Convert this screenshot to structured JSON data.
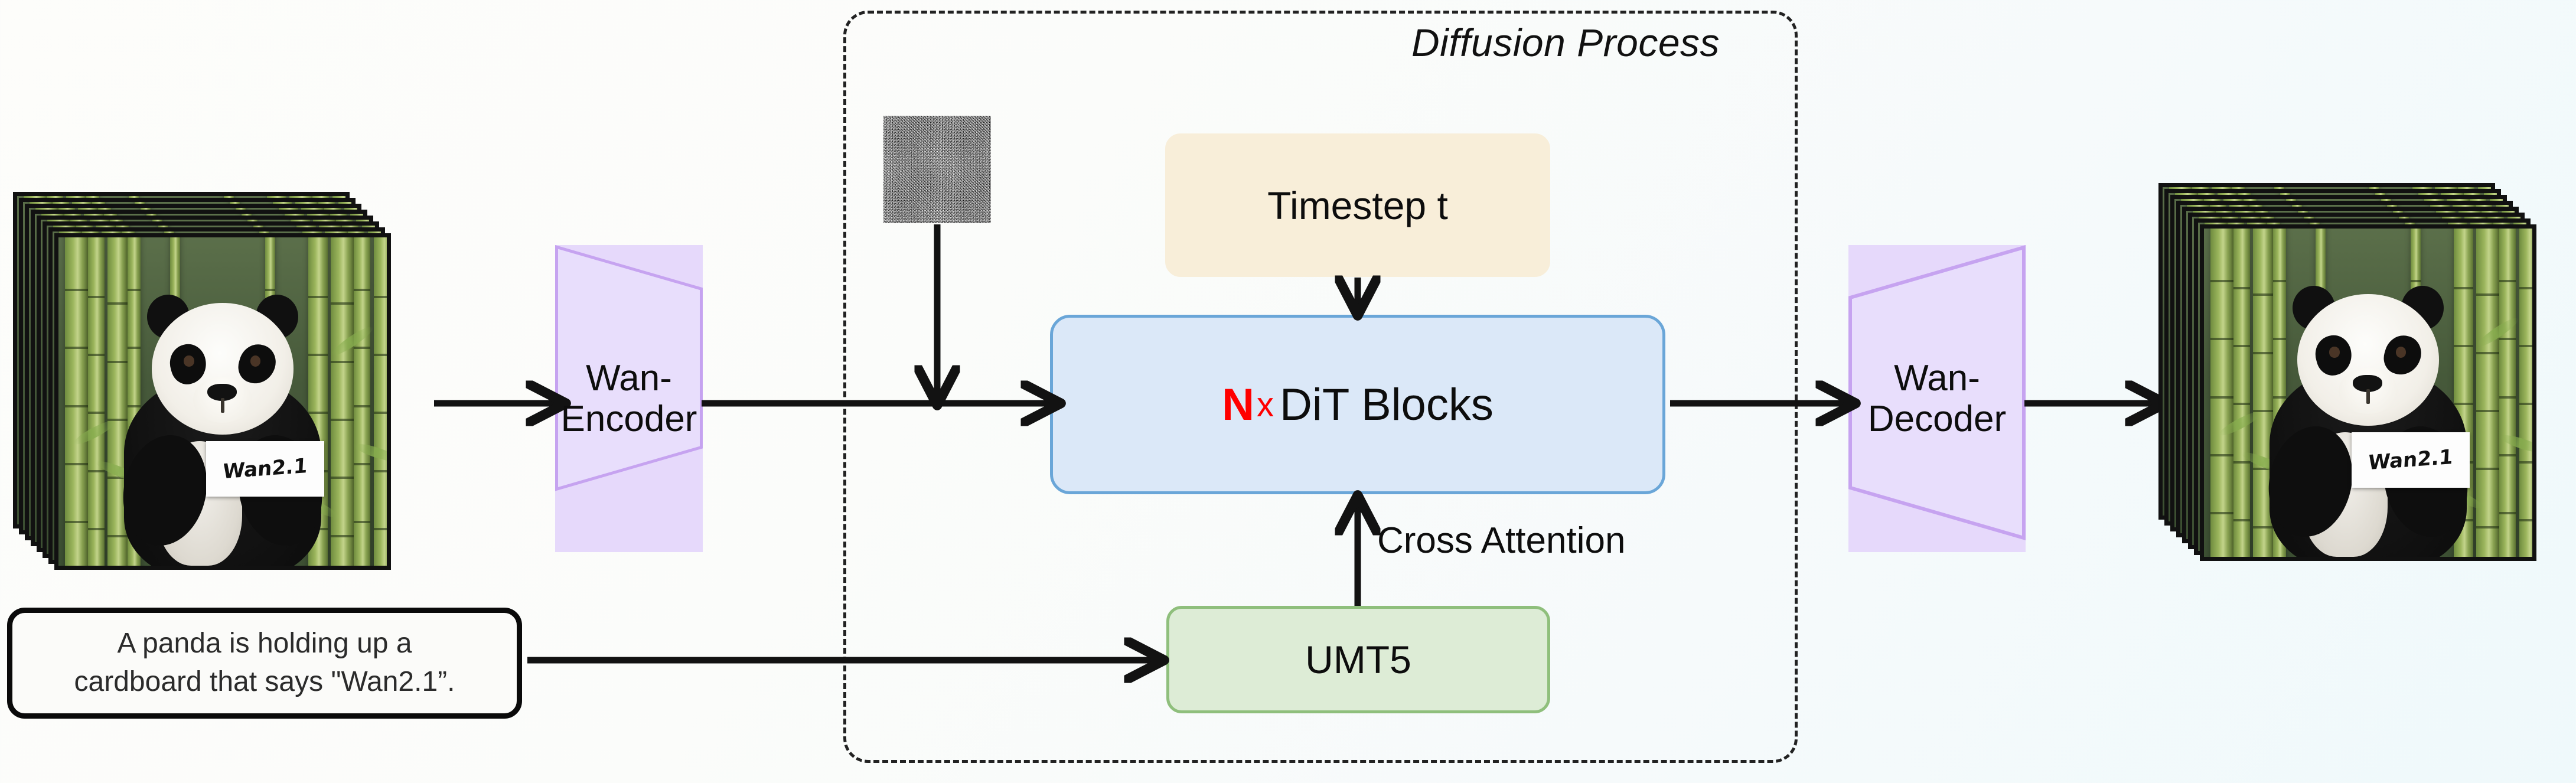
{
  "diagram": {
    "title": "Wan2.1 video diffusion pipeline",
    "region_label": "Diffusion Process"
  },
  "nodes": {
    "input_frames": {
      "name": "input-video-frames",
      "sign_text": "Wan2.1",
      "frame_count": 8
    },
    "encoder": {
      "label": "Wan-\nEncoder",
      "fill": "#e8defc",
      "stroke": "#c9a6f2"
    },
    "noise": {
      "label": "gaussian-noise-latent"
    },
    "timestep": {
      "label": "Timestep t",
      "fill": "#f8eed9"
    },
    "dit": {
      "repeat": "N",
      "multiply": "x",
      "label": "DiT Blocks",
      "fill": "#dbe8f8",
      "stroke": "#6aa6d8",
      "repeat_color": "#ff0000"
    },
    "text_encoder": {
      "label": "UMT5",
      "fill": "#ddecd6",
      "stroke": "#8fbf7c"
    },
    "prompt": {
      "line1": "A panda is holding up a",
      "line2": "cardboard that says \"Wan2.1”."
    },
    "decoder": {
      "label": "Wan-\nDecoder",
      "fill": "#e8defc",
      "stroke": "#c9a6f2"
    },
    "output_frames": {
      "name": "output-video-frames",
      "sign_text": "Wan2.1",
      "frame_count": 8
    }
  },
  "edges": {
    "cross_attention": "Cross Attention"
  }
}
